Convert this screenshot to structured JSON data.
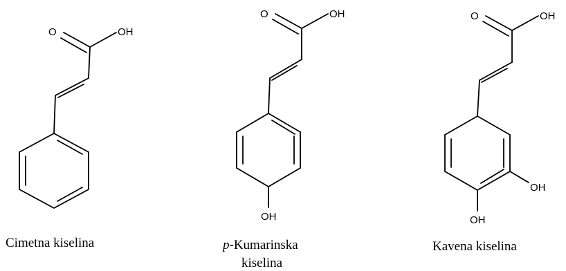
{
  "labels": {
    "oxygen": "O",
    "hydroxyl": "OH"
  },
  "molecules": [
    {
      "caption": "Cimetna kiselina",
      "substituents": []
    },
    {
      "caption_prefix": "p",
      "caption_line1": "-Kumarinska",
      "caption_line2": "kiselina",
      "substituents": [
        "OH"
      ]
    },
    {
      "caption": "Kavena kiselina",
      "substituents": [
        "OH",
        "OH"
      ]
    }
  ]
}
